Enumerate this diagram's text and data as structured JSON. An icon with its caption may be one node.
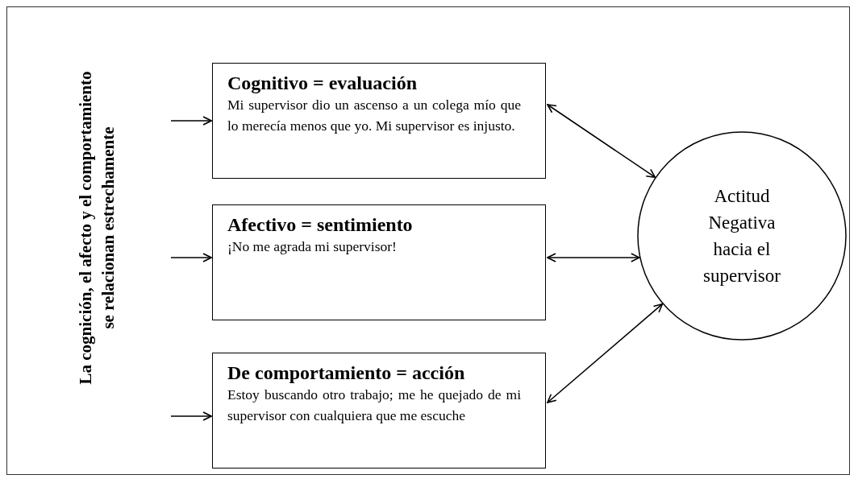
{
  "diagram": {
    "nodes": [
      {
        "text": [
          "Cognitivo = evaluación",
          "Mi supervisor dio un ascenso a un colega mío que lo merecía menos que yo. Mi supervisor es injusto."
        ]
      },
      {
        "text": [
          "Afectivo = sentimiento",
          "¡No me agrada mi supervisor!"
        ]
      },
      {
        "text": [
          "De comportamiento = acción",
          "Estoy buscando otro trabajo; me he quejado de mi supervisor con cualquiera que me escuche"
        ]
      },
      {
        "text": [
          "Actitud Negativa hacia el supervisor"
        ]
      }
    ],
    "edges": [
      {
        "from": null,
        "to": 0,
        "arrow": "to"
      },
      {
        "from": null,
        "to": 1,
        "arrow": "to"
      },
      {
        "from": null,
        "to": 2,
        "arrow": "to"
      },
      {
        "from": 0,
        "to": 3,
        "arrow": "both"
      },
      {
        "from": 1,
        "to": 3,
        "arrow": "both"
      },
      {
        "from": 2,
        "to": 3,
        "arrow": "both"
      }
    ],
    "labels": [
      "La cognición, el afecto y el comportamiento se relacionan estrechamente"
    ]
  }
}
